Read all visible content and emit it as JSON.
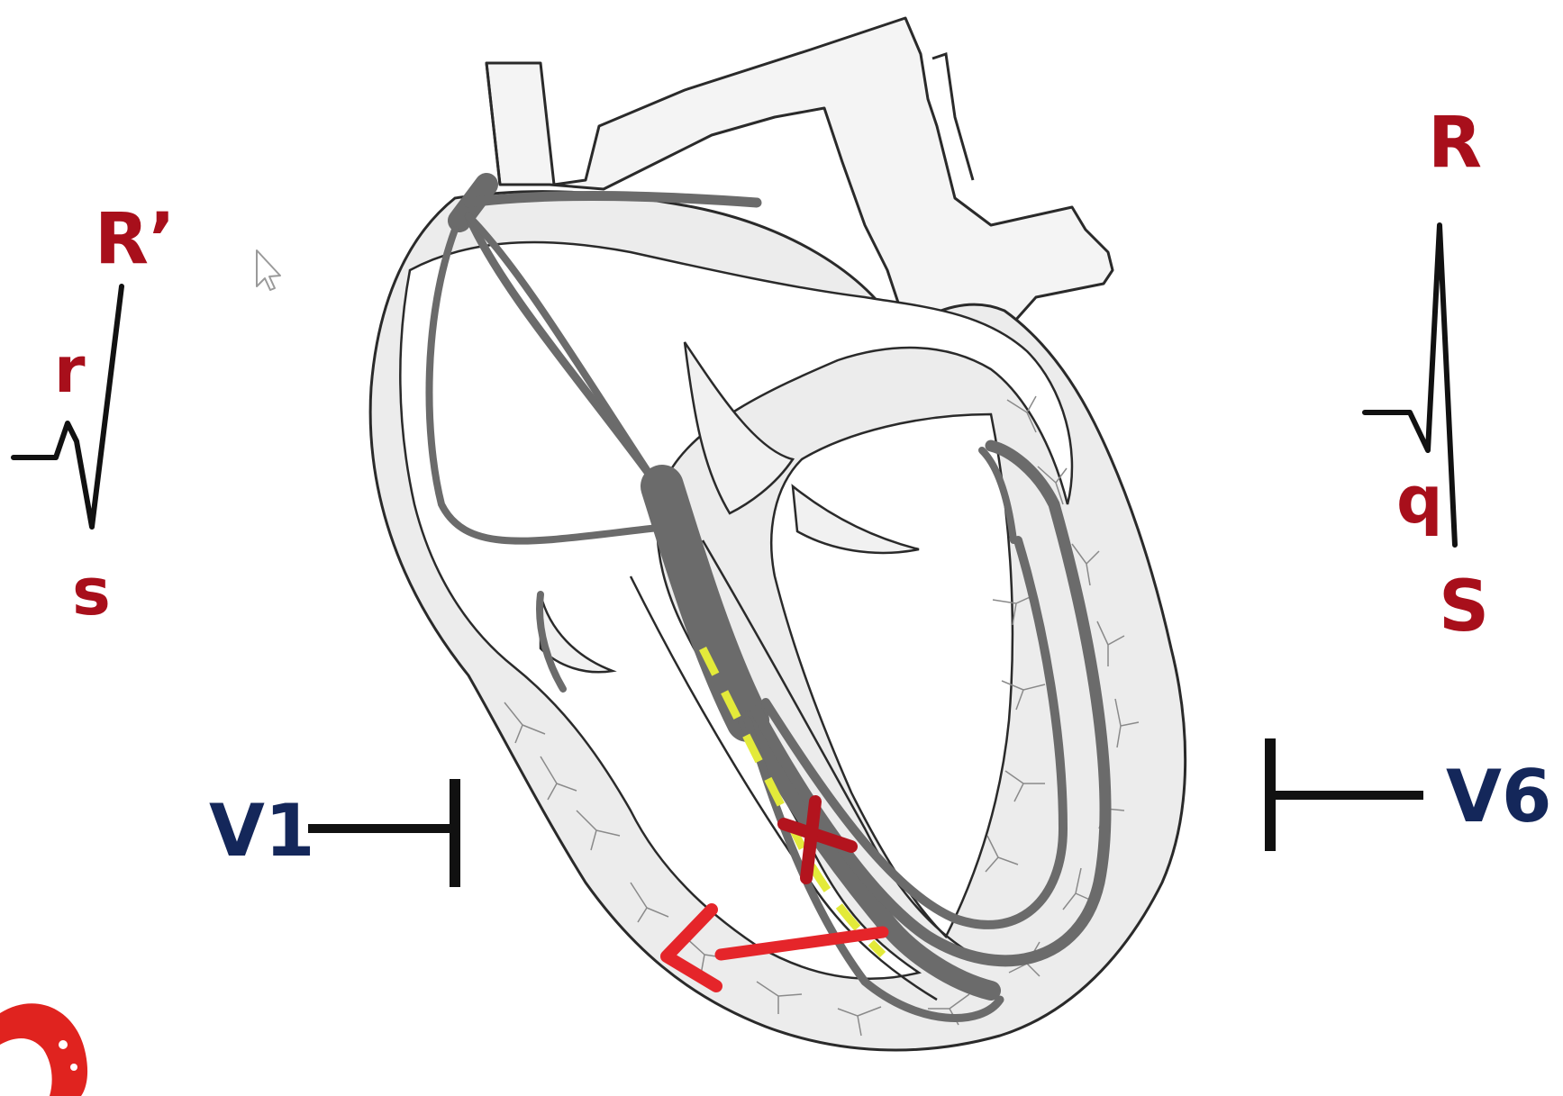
{
  "labels": {
    "v1_left": {
      "R_prime": "R’",
      "r": "r",
      "s": "s"
    },
    "v6_right": {
      "R": "R",
      "q": "q",
      "S": "S"
    },
    "leads": {
      "V1": "V1",
      "V6": "V6"
    }
  },
  "colors": {
    "wave_label": "#a80f1b",
    "lead_label": "#14275a",
    "conduction": "#6b6b6b",
    "heart_fill": "#ececec",
    "outline": "#2a2a2a",
    "block_marker": "#b3141e",
    "arrow": "#e5252a",
    "dashed_path": "#e3ea3a",
    "logo": "#e0231f"
  },
  "icons": {
    "cursor": "mouse-cursor-icon",
    "logo": "red-logo-icon"
  }
}
